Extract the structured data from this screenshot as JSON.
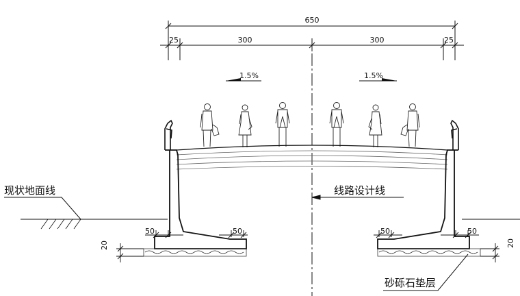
{
  "dimensions": {
    "total": "650",
    "left_edge": "25",
    "left_half": "300",
    "right_half": "300",
    "right_edge": "25",
    "footing_left_a": "50",
    "footing_left_b": "50",
    "footing_right_a": "50",
    "footing_right_b": "50",
    "gravel_left": "20",
    "gravel_right": "20"
  },
  "slopes": {
    "left": "1.5%",
    "right": "1.5%"
  },
  "labels": {
    "existing_ground": "现状地面线",
    "design_line": "线路设计线",
    "gravel_cushion": "砂砾石垫层"
  }
}
